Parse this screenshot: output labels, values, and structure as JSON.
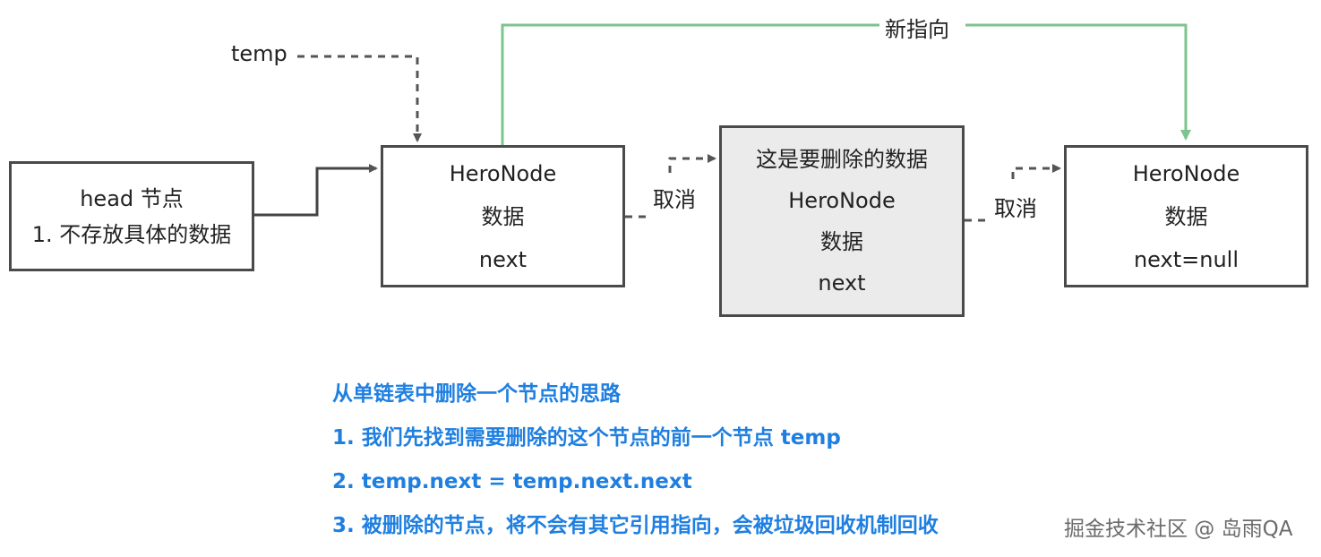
{
  "nodes": {
    "head": {
      "line1": "head 节点",
      "line2": "1. 不存放具体的数据"
    },
    "temp_node": {
      "line1": "HeroNode",
      "line2": "数据",
      "line3": "next"
    },
    "deleted_node": {
      "line1": "这是要删除的数据",
      "line2": "HeroNode",
      "line3": "数据",
      "line4": "next"
    },
    "last_node": {
      "line1": "HeroNode",
      "line2": "数据",
      "line3": "next=null"
    }
  },
  "labels": {
    "temp": "temp",
    "new_pointer": "新指向",
    "cancel_1": "取消",
    "cancel_2": "取消"
  },
  "notes": {
    "title": "从单链表中删除一个节点的思路",
    "step1": "1. 我们先找到需要删除的这个节点的前一个节点 temp",
    "step2": "2. temp.next = temp.next.next",
    "step3": "3. 被删除的节点，将不会有其它引用指向，会被垃圾回收机制回收"
  },
  "watermark": "掘金技术社区 @ 岛雨QA",
  "colors": {
    "new_pointer_arrow": "#7cc48e",
    "box_border": "#4a4a4a",
    "deleted_fill": "#ebebeb",
    "notes_text": "#1f7fe0"
  }
}
